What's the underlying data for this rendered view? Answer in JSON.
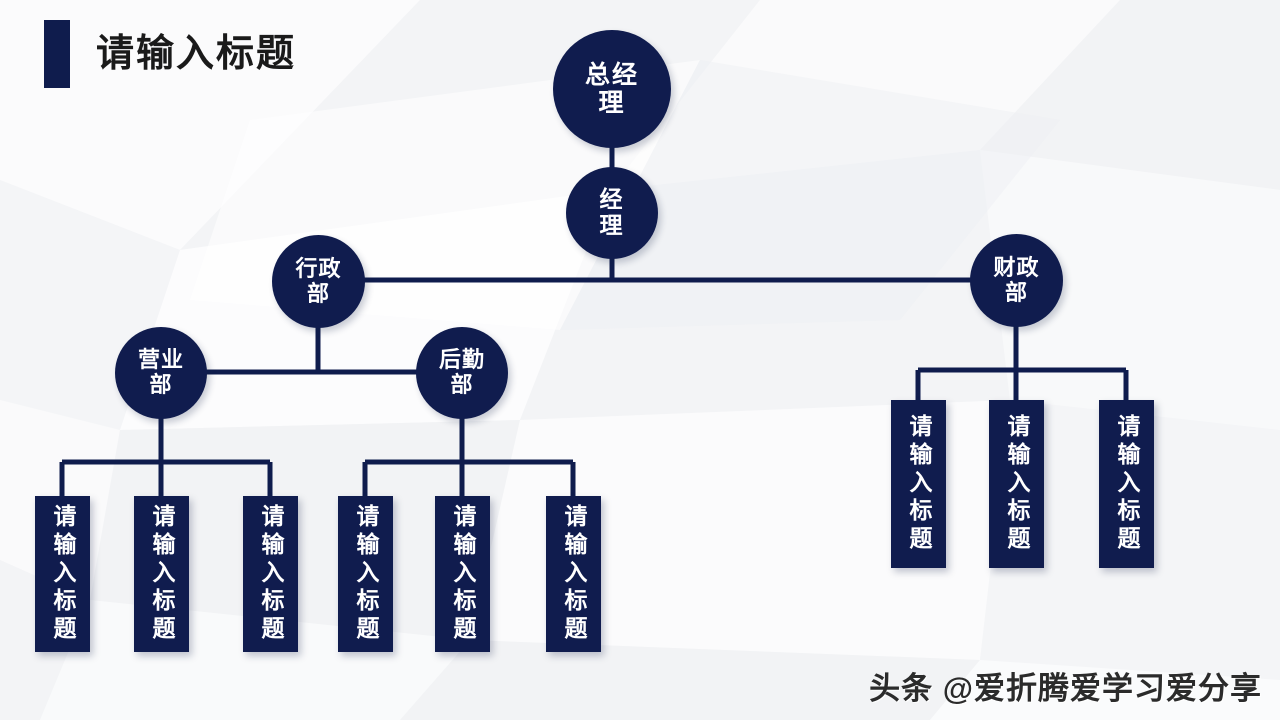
{
  "header": {
    "title": "请输入标题",
    "accent_color": "#0f1c4d"
  },
  "theme": {
    "node_fill": "#101c4e",
    "node_text": "#ffffff",
    "line_color": "#0f1c4d",
    "background": "#f7f8fa"
  },
  "chart_title": "请输入标题",
  "nodes": {
    "gm": {
      "label": "总经理",
      "line1": "总经",
      "line2": "理"
    },
    "manager": {
      "label": "经理",
      "line1": "经",
      "line2": "理"
    },
    "admin": {
      "label": "行政部",
      "line1": "行政",
      "line2": "部"
    },
    "finance": {
      "label": "财政部",
      "line1": "财政",
      "line2": "部"
    },
    "sales": {
      "label": "营业部",
      "line1": "营业",
      "line2": "部"
    },
    "logistics": {
      "label": "后勤部",
      "line1": "后勤",
      "line2": "部"
    }
  },
  "leaf_boxes": {
    "sales_children": [
      {
        "label": "请输入标题"
      },
      {
        "label": "请输入标题"
      },
      {
        "label": "请输入标题"
      }
    ],
    "logistics_children": [
      {
        "label": "请输入标题"
      },
      {
        "label": "请输入标题"
      },
      {
        "label": "请输入标题"
      }
    ],
    "finance_children": [
      {
        "label": "请输入标题"
      },
      {
        "label": "请输入标题"
      },
      {
        "label": "请输入标题"
      }
    ]
  },
  "watermark": {
    "text": "头条 @爱折腾爱学习爱分享"
  },
  "chart_data": {
    "type": "diagram",
    "diagram_kind": "org-chart",
    "title": "请输入标题",
    "levels": [
      {
        "level": 1,
        "nodes": [
          "总经理"
        ]
      },
      {
        "level": 2,
        "nodes": [
          "经理"
        ]
      },
      {
        "level": 3,
        "nodes": [
          "行政部",
          "财政部"
        ]
      },
      {
        "level": 4,
        "nodes": [
          "营业部",
          "后勤部"
        ]
      },
      {
        "level": 5,
        "nodes": [
          "请输入标题",
          "请输入标题",
          "请输入标题",
          "请输入标题",
          "请输入标题",
          "请输入标题",
          "请输入标题",
          "请输入标题",
          "请输入标题"
        ]
      }
    ],
    "edges": [
      {
        "from": "总经理",
        "to": "经理"
      },
      {
        "from": "经理",
        "to": "行政部"
      },
      {
        "from": "经理",
        "to": "财政部"
      },
      {
        "from": "行政部",
        "to": "营业部"
      },
      {
        "from": "行政部",
        "to": "后勤部"
      },
      {
        "from": "营业部",
        "to": "请输入标题"
      },
      {
        "from": "营业部",
        "to": "请输入标题"
      },
      {
        "from": "营业部",
        "to": "请输入标题"
      },
      {
        "from": "后勤部",
        "to": "请输入标题"
      },
      {
        "from": "后勤部",
        "to": "请输入标题"
      },
      {
        "from": "后勤部",
        "to": "请输入标题"
      },
      {
        "from": "财政部",
        "to": "请输入标题"
      },
      {
        "from": "财政部",
        "to": "请输入标题"
      },
      {
        "from": "财政部",
        "to": "请输入标题"
      }
    ]
  }
}
